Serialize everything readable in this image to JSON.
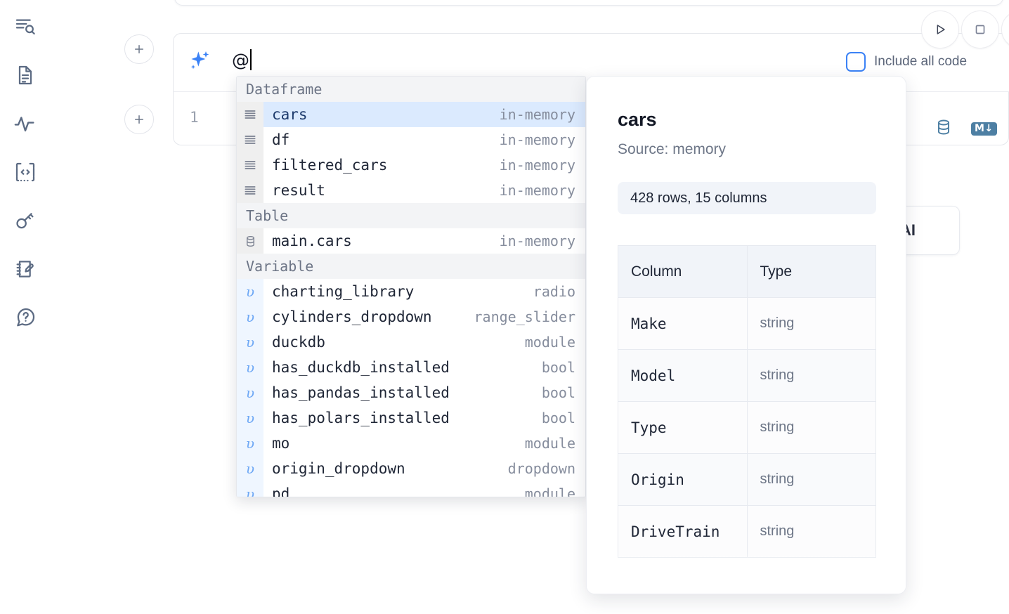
{
  "sidebar": {
    "items": [
      {
        "name": "explore-search-icon",
        "label": "Explore"
      },
      {
        "name": "file-document-icon",
        "label": "Files"
      },
      {
        "name": "activity-pulse-icon",
        "label": "Variables"
      },
      {
        "name": "code-snippets-icon",
        "label": "Snippets"
      },
      {
        "name": "key-secrets-icon",
        "label": "Secrets"
      },
      {
        "name": "notebook-pencil-icon",
        "label": "Scratchpad"
      },
      {
        "name": "chat-question-icon",
        "label": "Help"
      }
    ]
  },
  "toolbar": {
    "run_label": "Run",
    "stop_label": "Stop",
    "more_label": "More",
    "include_all_code_label": "Include all code",
    "include_all_code_checked": false
  },
  "ai_prompt": {
    "icon": "sparkles-icon",
    "value": "@",
    "placeholder": ""
  },
  "code_cell": {
    "line_number": "1",
    "icons": [
      "database-icon",
      "markdown-icon"
    ],
    "markdown_badge": "M↓"
  },
  "ai_chip": {
    "label": "AI"
  },
  "autocomplete": {
    "groups": [
      {
        "label": "Dataframe",
        "icon": "dataframe-icon",
        "rows": [
          {
            "name": "cars",
            "meta": "in-memory",
            "selected": true
          },
          {
            "name": "df",
            "meta": "in-memory",
            "selected": false
          },
          {
            "name": "filtered_cars",
            "meta": "in-memory",
            "selected": false
          },
          {
            "name": "result",
            "meta": "in-memory",
            "selected": false
          }
        ]
      },
      {
        "label": "Table",
        "icon": "database-icon",
        "rows": [
          {
            "name": "main.cars",
            "meta": "in-memory",
            "selected": false
          }
        ]
      },
      {
        "label": "Variable",
        "icon": "variable-icon",
        "rows": [
          {
            "name": "charting_library",
            "meta": "radio",
            "selected": false
          },
          {
            "name": "cylinders_dropdown",
            "meta": "range_slider",
            "selected": false
          },
          {
            "name": "duckdb",
            "meta": "module",
            "selected": false
          },
          {
            "name": "has_duckdb_installed",
            "meta": "bool",
            "selected": false
          },
          {
            "name": "has_pandas_installed",
            "meta": "bool",
            "selected": false
          },
          {
            "name": "has_polars_installed",
            "meta": "bool",
            "selected": false
          },
          {
            "name": "mo",
            "meta": "module",
            "selected": false
          },
          {
            "name": "origin_dropdown",
            "meta": "dropdown",
            "selected": false
          },
          {
            "name": "pd",
            "meta": "module",
            "selected": false
          }
        ]
      }
    ]
  },
  "detail": {
    "title": "cars",
    "source": "Source: memory",
    "stats": "428 rows, 15 columns",
    "table": {
      "headers": [
        "Column",
        "Type"
      ],
      "rows": [
        [
          "Make",
          "string"
        ],
        [
          "Model",
          "string"
        ],
        [
          "Type",
          "string"
        ],
        [
          "Origin",
          "string"
        ],
        [
          "DriveTrain",
          "string"
        ]
      ]
    }
  },
  "colors": {
    "accent_blue": "#3b82f6",
    "selected_row_bg": "#dbeafe",
    "variable_gutter_bg": "#eff6ff",
    "db_icon": "#4d7fa3",
    "text_primary": "#1f2636",
    "text_muted": "#6d7687"
  }
}
